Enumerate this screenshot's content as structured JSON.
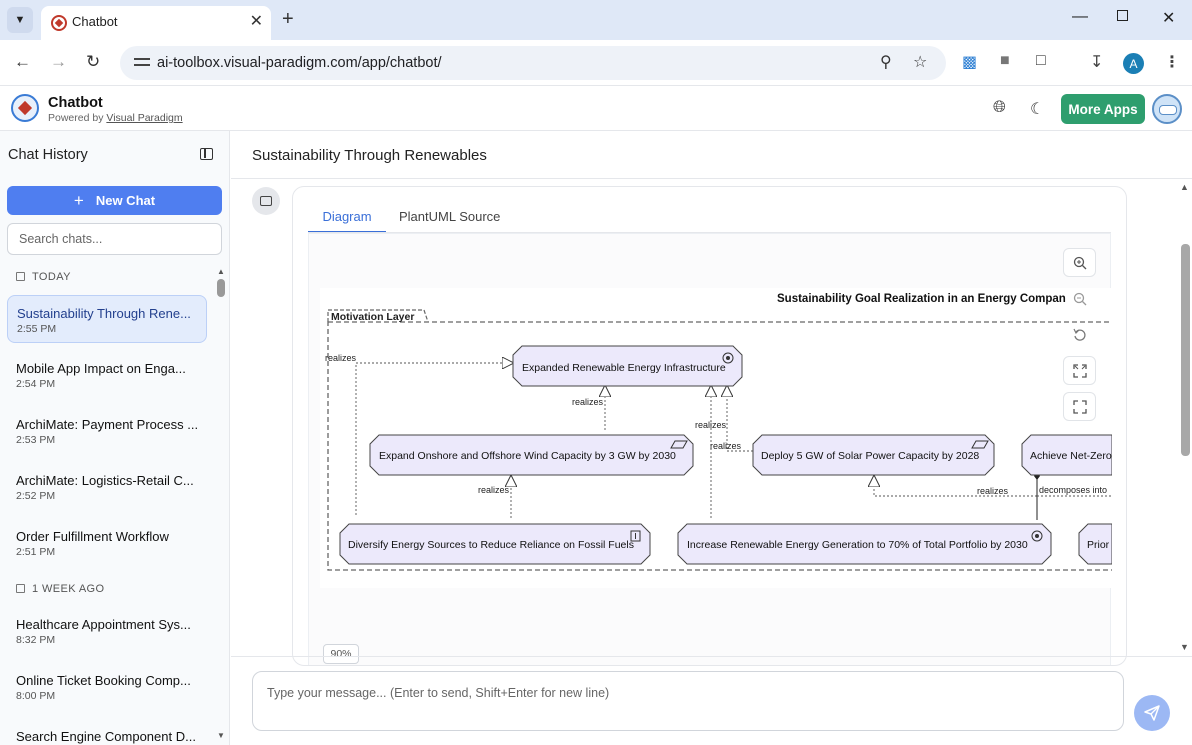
{
  "browser": {
    "tab_title": "Chatbot",
    "url": "ai-toolbox.visual-paradigm.com/app/chatbot/",
    "profile_initial": "A"
  },
  "app": {
    "title": "Chatbot",
    "powered_by": "Powered by",
    "powered_by_link": "Visual Paradigm",
    "more_apps": "More Apps"
  },
  "sidebar": {
    "title": "Chat History",
    "new_chat": "New Chat",
    "search_placeholder": "Search chats...",
    "groups": [
      {
        "label": "TODAY"
      },
      {
        "label": "1 WEEK AGO"
      }
    ],
    "items": [
      {
        "title": "Sustainability Through Rene...",
        "time": "2:55 PM"
      },
      {
        "title": "Mobile App Impact on Enga...",
        "time": "2:54 PM"
      },
      {
        "title": "ArchiMate: Payment Process ...",
        "time": "2:53 PM"
      },
      {
        "title": "ArchiMate: Logistics-Retail C...",
        "time": "2:52 PM"
      },
      {
        "title": "Order Fulfillment Workflow",
        "time": "2:51 PM"
      },
      {
        "title": "Healthcare Appointment Sys...",
        "time": "8:32 PM"
      },
      {
        "title": "Online Ticket Booking Comp...",
        "time": "8:00 PM"
      },
      {
        "title": "Search Engine Component D...",
        "time": ""
      }
    ]
  },
  "main": {
    "title": "Sustainability Through Renewables",
    "tabs": [
      {
        "label": "Diagram"
      },
      {
        "label": "PlantUML Source"
      }
    ],
    "zoom_badge": "90%",
    "composer_placeholder": "Type your message... (Enter to send, Shift+Enter for new line)"
  },
  "diagram": {
    "title": "Sustainability Goal Realization in an Energy Compan",
    "package": "Motivation Layer",
    "nodes": {
      "expanded": "Expanded Renewable Energy Infrastructure",
      "wind": "Expand Onshore and Offshore Wind Capacity by 3 GW by 2030",
      "solar": "Deploy 5 GW of Solar Power Capacity by 2028",
      "netzero": "Achieve Net-Zero",
      "diversify": "Diversify Energy Sources to Reduce Reliance on Fossil Fuels",
      "increase": "Increase Renewable Energy Generation to 70% of Total Portfolio by 2030",
      "prior": "Prior"
    },
    "edge_labels": {
      "realizes": "realizes",
      "decomposes_into": "decomposes into"
    }
  }
}
